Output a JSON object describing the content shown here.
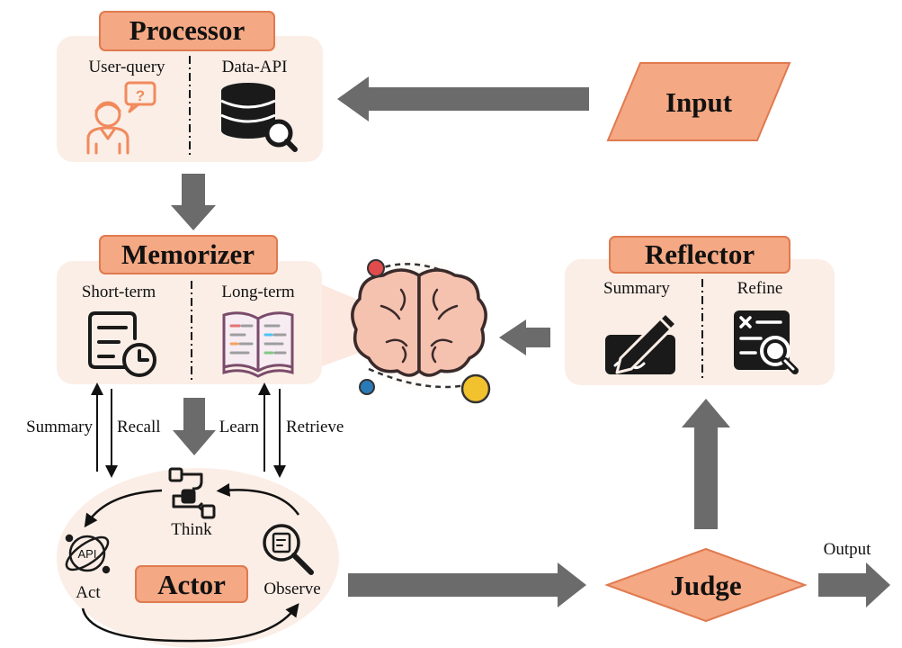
{
  "colors": {
    "panel_fill": "#fbeee6",
    "tag_fill": "#f4a883",
    "tag_stroke": "#e07a50",
    "arrow_gray": "#6b6b6b",
    "shape_fill": "#f4a883"
  },
  "processor": {
    "title": "Processor",
    "left_label": "User-query",
    "right_label": "Data-API"
  },
  "input": {
    "label": "Input"
  },
  "memorizer": {
    "title": "Memorizer",
    "left_label": "Short-term",
    "right_label": "Long-term"
  },
  "reflector": {
    "title": "Reflector",
    "left_label": "Summary",
    "right_label": "Refine"
  },
  "memory_links": {
    "summary": "Summary",
    "recall": "Recall",
    "learn": "Learn",
    "retrieve": "Retrieve"
  },
  "actor": {
    "title": "Actor",
    "think": "Think",
    "act": "Act",
    "observe": "Observe",
    "api_badge": "API"
  },
  "judge": {
    "label": "Judge"
  },
  "output": {
    "label": "Output"
  },
  "icons": [
    "user-query-icon",
    "database-search-icon",
    "document-clock-icon",
    "open-book-icon",
    "brain-icon",
    "pen-sign-icon",
    "list-search-icon",
    "flowchart-icon",
    "api-orbit-icon",
    "observe-magnifier-icon"
  ]
}
